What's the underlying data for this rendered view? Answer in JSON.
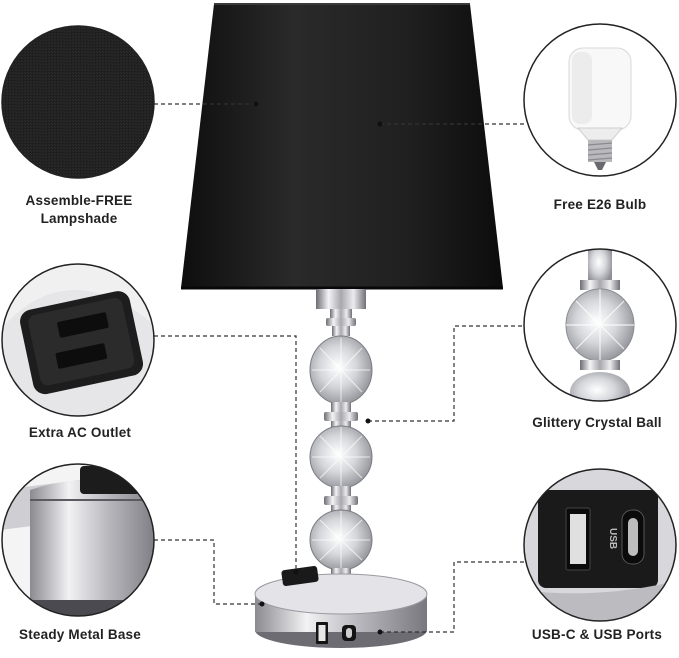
{
  "features": {
    "lampshade": "Assemble-FREE\nLampshade",
    "bulb": "Free E26 Bulb",
    "outlet": "Extra AC Outlet",
    "crystal": "Glittery Crystal Ball",
    "base": "Steady Metal Base",
    "ports": "USB-C & USB Ports"
  },
  "port_labels": {
    "usb": "USB"
  },
  "colors": {
    "shade": "#1c1c1c",
    "chrome": "#c8c8cc",
    "caption": "#222222"
  }
}
